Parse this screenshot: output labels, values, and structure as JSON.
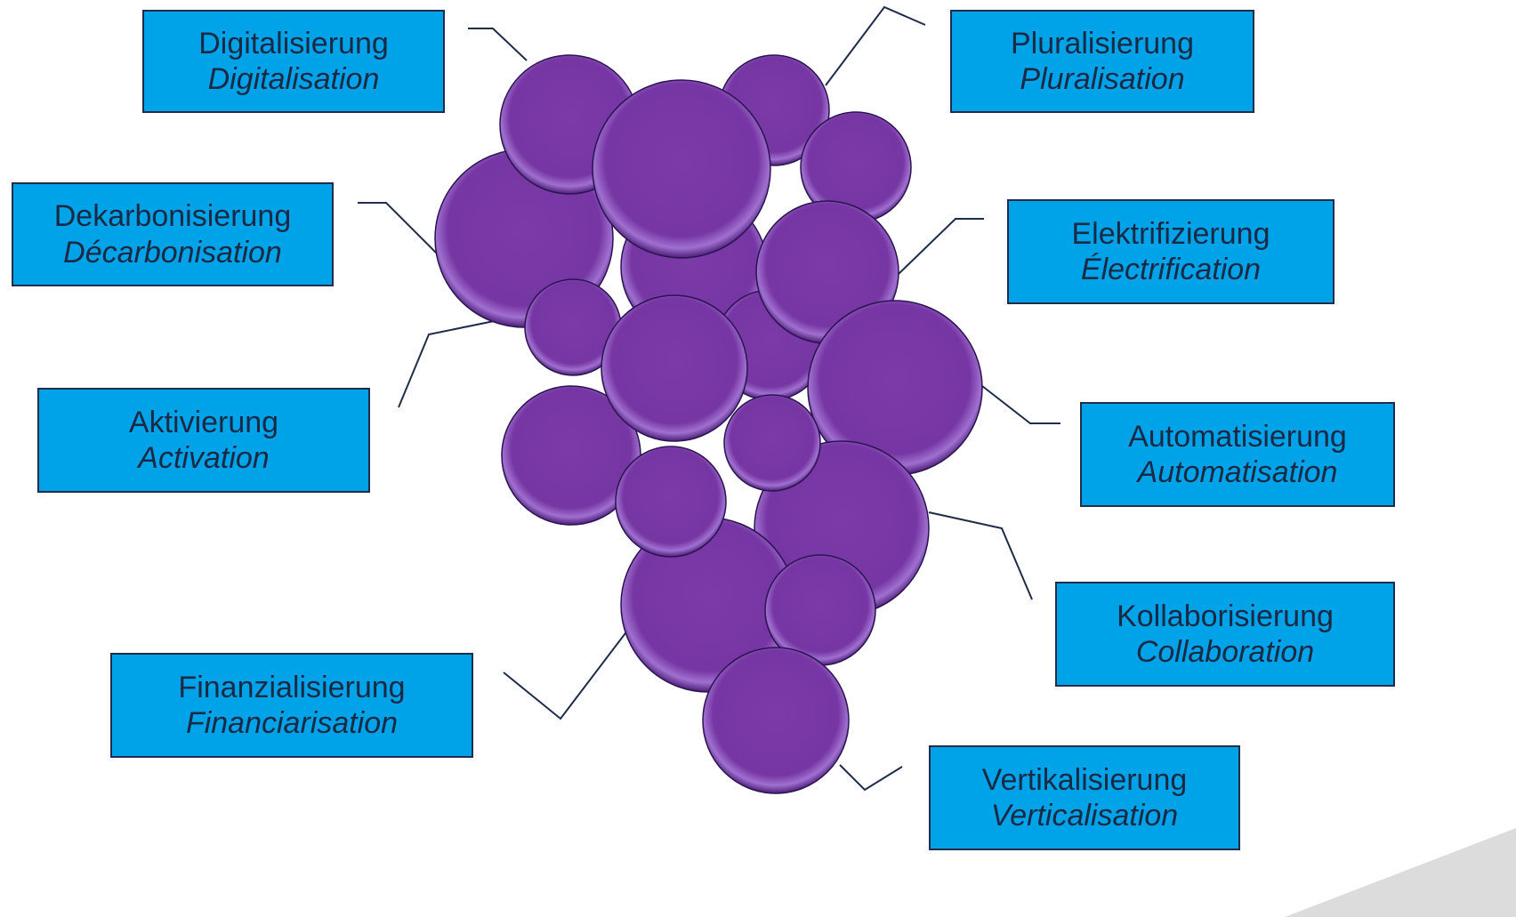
{
  "colors": {
    "grape_fill": "#7b3aa8",
    "grape_highlight": "#a070d0",
    "grape_shadow": "#4c1d78",
    "label_background": "#00a2e8",
    "label_border": "#1f2d4a",
    "connector_line": "#1f2d4a",
    "text": "#1a2a44",
    "corner_shape": "#dcdcdc"
  },
  "labels": [
    {
      "id": "digitalisierung",
      "de": "Digitalisierung",
      "fr": "Digitalisation"
    },
    {
      "id": "pluralisierung",
      "de": "Pluralisierung",
      "fr": "Pluralisation"
    },
    {
      "id": "dekarbonisierung",
      "de": "Dekarbonisierung",
      "fr": "Décarbonisation"
    },
    {
      "id": "elektrifizierung",
      "de": "Elektrifizierung",
      "fr": "Électrification"
    },
    {
      "id": "aktivierung",
      "de": "Aktivierung",
      "fr": "Activation"
    },
    {
      "id": "automatisierung",
      "de": "Automatisierung",
      "fr": "Automatisation"
    },
    {
      "id": "kollaborisierung",
      "de": "Kollaborisierung",
      "fr": "Collaboration"
    },
    {
      "id": "finanzialisierung",
      "de": "Finanzialisierung",
      "fr": "Financiarisation"
    },
    {
      "id": "vertikalisierung",
      "de": "Vertikalisierung",
      "fr": "Verticalisation"
    }
  ]
}
